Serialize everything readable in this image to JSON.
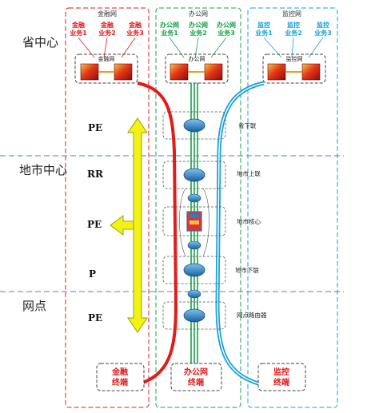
{
  "levels": {
    "province": "省中心",
    "city": "地市中心",
    "branch": "网点"
  },
  "roles": [
    "PE",
    "RR",
    "PE",
    "P",
    "PE"
  ],
  "networks": {
    "finance": {
      "title": "金融网",
      "box_label": "金融网",
      "services": [
        [
          "金融",
          "业务1"
        ],
        [
          "金融",
          "业务2"
        ],
        [
          "金融",
          "业务3"
        ]
      ],
      "terminal": [
        "金融",
        "终端"
      ],
      "color": "#e21b1b"
    },
    "office": {
      "title": "办公网",
      "box_label": "办公网",
      "services": [
        [
          "办公网",
          "业务1"
        ],
        [
          "办公网",
          "业务2"
        ],
        [
          "办公网",
          "业务3"
        ]
      ],
      "terminal": [
        "办公网",
        "终端"
      ],
      "color": "#17a34a"
    },
    "monitor": {
      "title": "监控网",
      "box_label": "监控网",
      "services": [
        [
          "监控",
          "业务1"
        ],
        [
          "监控",
          "业务2"
        ],
        [
          "监控",
          "业务3"
        ]
      ],
      "terminal": [
        "监控",
        "终端"
      ],
      "color": "#1aa3d9"
    }
  },
  "nodes": {
    "province_downlink": "省下联",
    "city_uplink": "地市上联",
    "city_core": "地市核心",
    "city_downlink": "地市下联",
    "branch_router": "网点路由器"
  },
  "colors": {
    "arrow": "#f2f215",
    "arrow_stroke": "#9aa400",
    "router": "#2a7fc0",
    "level_divider": "#5b7fb5"
  }
}
